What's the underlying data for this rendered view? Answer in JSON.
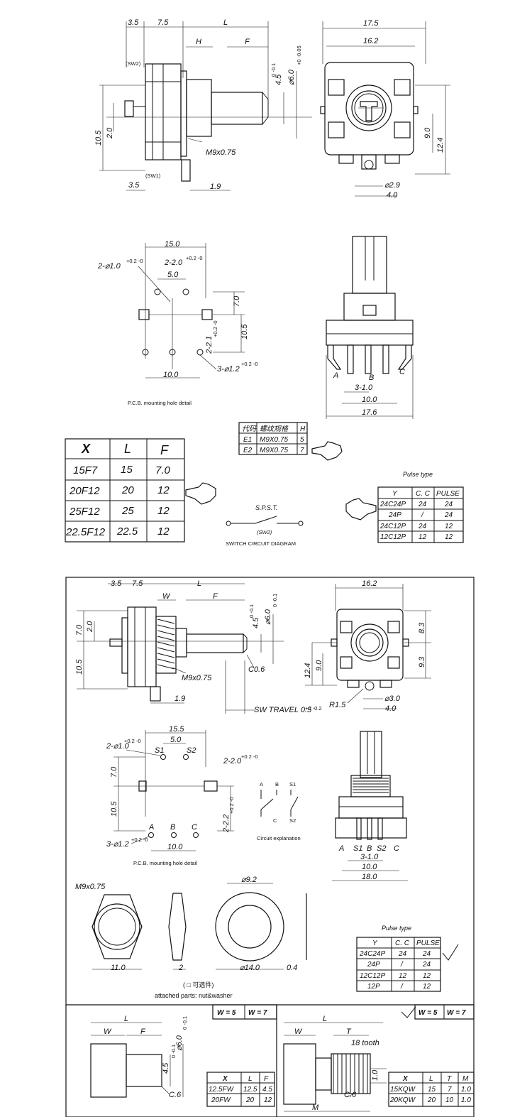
{
  "top_dims": {
    "d35": "3.5",
    "d75": "7.5",
    "L": "L",
    "H": "H",
    "F": "F",
    "sw2": "(SW2)",
    "sw1": "(SW1)",
    "d105": "10.5",
    "d20": "2.0",
    "d35b": "3.5",
    "d19": "1.9",
    "thread": "M9x0.75",
    "d45": "4.5",
    "d45tol": "0 -0.1",
    "d60": "⌀6.0",
    "d60tol": "+0 -0.05",
    "d175": "17.5",
    "d162": "16.2",
    "d90": "9.0",
    "d124": "12.4",
    "d29": "⌀2.9",
    "d40": "4.0"
  },
  "pcb1": {
    "d150": "15.0",
    "hole2": "2-⌀1.0",
    "hole2tol": "+0.2 -0",
    "slot": "2-2.0",
    "slottol": "+0.2 -0",
    "d50": "5.0",
    "d70": "7.0",
    "d105": "10.5",
    "slot2": "2-2.1",
    "slot2tol": "+0.2 -0",
    "hole3": "3-⌀1.2",
    "hole3tol": "+0.2 -0",
    "d100": "10.0",
    "caption": "P.C.B. mounting hole detail"
  },
  "side1": {
    "A": "A",
    "B": "B",
    "C": "C",
    "d31": "3-1.0",
    "d100": "10.0",
    "d176": "17.6"
  },
  "e_table": {
    "headers": [
      "代码",
      "螺纹规格",
      "H"
    ],
    "rows": [
      [
        "E1",
        "M9X0.75",
        "5"
      ],
      [
        "E2",
        "M9X0.75",
        "7"
      ]
    ]
  },
  "xlf_table": {
    "headers": [
      "X",
      "L",
      "F"
    ],
    "rows": [
      [
        "15F7",
        "15",
        "7.0"
      ],
      [
        "20F12",
        "20",
        "12"
      ],
      [
        "25F12",
        "25",
        "12"
      ],
      [
        "22.5F12",
        "22.5",
        "12"
      ]
    ]
  },
  "switch1": {
    "title": "S.P.S.T.",
    "label": "(SW2)",
    "caption": "SWITCH CIRCUIT DIAGRAM"
  },
  "pulse1": {
    "title": "Pulse type",
    "headers": [
      "Y",
      "C. C",
      "PULSE"
    ],
    "rows": [
      [
        "24C24P",
        "24",
        "24"
      ],
      [
        "24P",
        "/",
        "24"
      ],
      [
        "24C12P",
        "24",
        "12"
      ],
      [
        "12C12P",
        "12",
        "12"
      ]
    ]
  },
  "bot_dims": {
    "d35": "3.5",
    "d75": "7.5",
    "L": "L",
    "W": "W",
    "F": "F",
    "d70": "7.0",
    "d20": "2.0",
    "d105": "10.5",
    "thread": "M9x0.75",
    "d19": "1.9",
    "c06": "C0.6",
    "swtravel": "SW TRAVEL 0.5",
    "swtol": "+0 -0.2",
    "d45": "4.5",
    "d45tol": "0 -0.1",
    "d60": "⌀6.0",
    "d60tol": "0 -0.1",
    "d162": "16.2",
    "d83": "8.3",
    "d93": "9.3",
    "d124": "12.4",
    "d90": "9.0",
    "r15": "R1.5",
    "d30": "⌀3.0",
    "d40": "4.0"
  },
  "pcb2": {
    "d155": "15.5",
    "d50": "5.0",
    "hole2": "2-⌀1.0",
    "hole2tol": "+0.2 -0",
    "S1": "S1",
    "S2": "S2",
    "slot": "2-2.0",
    "slottol": "+0.2 -0",
    "d70": "7.0",
    "d105": "10.5",
    "slot2": "2-2.2",
    "slot2tol": "+0.2 -0",
    "A": "A",
    "B": "B",
    "C": "C",
    "hole3": "3-⌀1.2",
    "hole3tol": "+0.2 -0",
    "d100": "10.0",
    "caption": "P.C.B. mounting hole detail"
  },
  "circuit2": {
    "A": "A",
    "B": "B",
    "S1": "S1",
    "C": "C",
    "S2": "S2",
    "caption": "Circuit explanation"
  },
  "side2": {
    "A": "A",
    "S1": "S1",
    "B": "B",
    "S2": "S2",
    "C": "C",
    "d31": "3-1.0",
    "d100": "10.0",
    "d180": "18.0"
  },
  "parts": {
    "thread": "M9x0.75",
    "d110": "11.0",
    "d2": "2",
    "d92": "⌀9.2",
    "d140": "⌀14.0",
    "d04": "0.4",
    "optional": "( □ 可选件)",
    "attached": "attached parts:  nut&washer"
  },
  "pulse2": {
    "title": "Pulse type",
    "headers": [
      "Y",
      "C. C",
      "PULSE"
    ],
    "rows": [
      [
        "24C24P",
        "24",
        "24"
      ],
      [
        "24P",
        "/",
        "24"
      ],
      [
        "12C12P",
        "12",
        "12"
      ],
      [
        "12P",
        "/",
        "12"
      ]
    ]
  },
  "bottom_left": {
    "w5": "W = 5",
    "w7": "W = 7",
    "L": "L",
    "W": "W",
    "F": "F",
    "d45": "4.5",
    "d45tol": "0 -0.1",
    "d60": "⌀6.0",
    "d60tol": "0 -0.1",
    "c6": "C.6",
    "table_headers": [
      "X",
      "L",
      "F"
    ],
    "table_rows": [
      [
        "12.5FW",
        "12.5",
        "4.5"
      ],
      [
        "20FW",
        "20",
        "12"
      ]
    ]
  },
  "bottom_right": {
    "w5": "W = 5",
    "w7": "W = 7",
    "L": "L",
    "W": "W",
    "T": "T",
    "tooth": "18 tooth",
    "d10": "1.0",
    "c6": "C.6",
    "M": "M",
    "table_headers": [
      "X",
      "L",
      "T",
      "M"
    ],
    "table_rows": [
      [
        "15KQW",
        "15",
        "7",
        "1.0"
      ],
      [
        "20KQW",
        "20",
        "10",
        "1.0"
      ]
    ]
  }
}
